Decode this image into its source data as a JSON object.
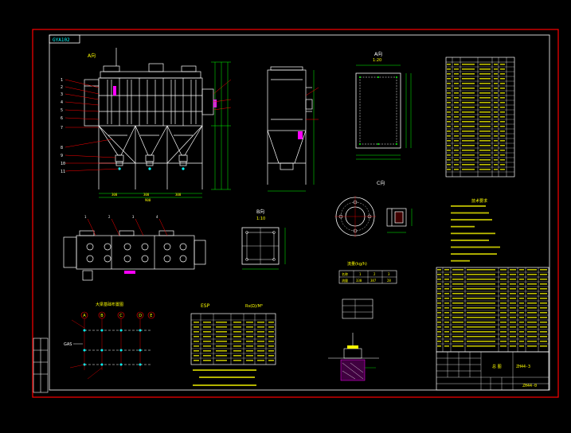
{
  "drawing": {
    "id_box": "GYA102",
    "gas_label": "GAS",
    "view_a_label": "A向",
    "view_a_scale": "1:20",
    "section_label": "B向",
    "section_scale": "1:10",
    "detail_c_label": "C向",
    "table_title": "ESP",
    "table_subtitle": "Rs(Ω)/M³",
    "layout_title": "大梁基础布置图",
    "flow_title": "流量(kg/h)",
    "flow_header": [
      "名称",
      "1",
      "2",
      "3"
    ],
    "flow_values": [
      "流量",
      "330",
      "387",
      "28"
    ],
    "tech_title": "技术要求",
    "axis_markers": [
      "A",
      "B",
      "C",
      "D",
      "E"
    ],
    "title_block_name": "ZH44-3",
    "title_block_code": "ZH44-0",
    "title_block_company": "总 图"
  },
  "colors": {
    "frame": "#ff0000",
    "inner_frame": "#ffffff",
    "geometry": "#ffffff",
    "dims": "#00ff00",
    "leaders": "#ff0000",
    "hatch": "#ff00ff",
    "text": "#ffff00",
    "accent": "#00ffff"
  }
}
